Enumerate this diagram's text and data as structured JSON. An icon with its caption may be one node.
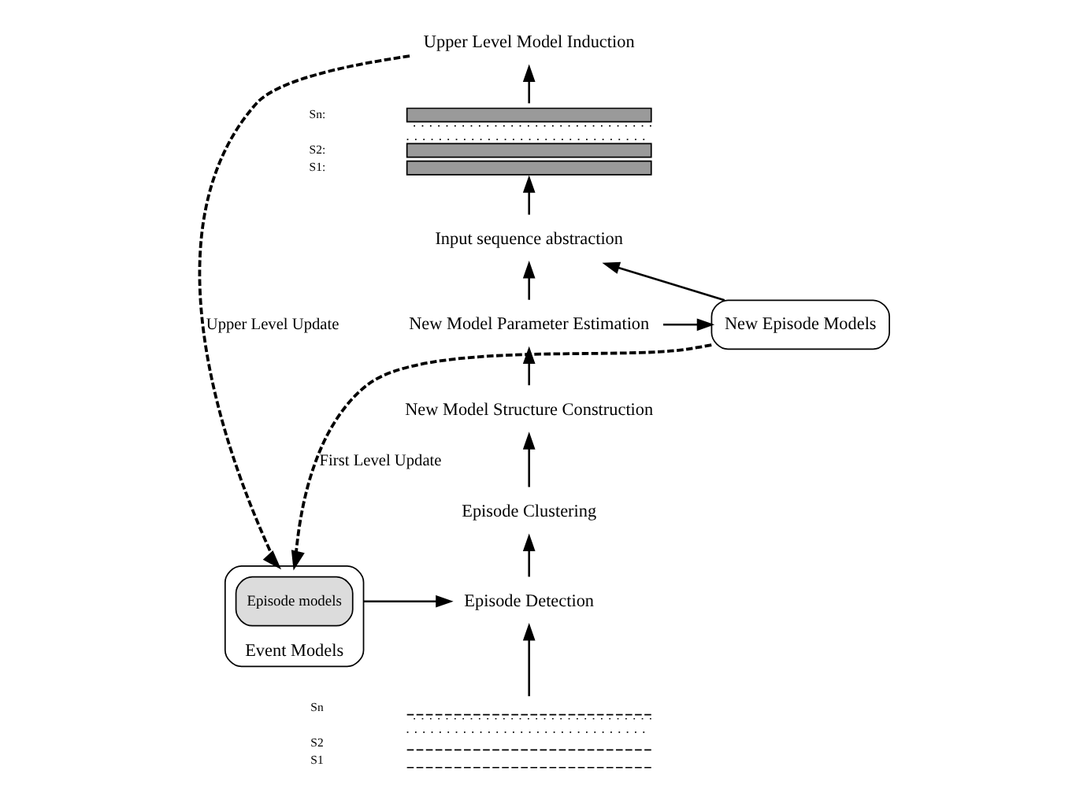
{
  "diagram": {
    "nodes": [
      {
        "text": [
          "Upper Level Model Induction"
        ]
      },
      {
        "text": [],
        "shape": "picture",
        "beside": [
          "Sn:",
          "S2:",
          "S1:"
        ]
      },
      {
        "text": [
          "Input sequence abstraction"
        ]
      },
      {
        "text": [
          "New Model Parameter Estimation"
        ]
      },
      {
        "text": [
          "New Model Structure Construction"
        ]
      },
      {
        "text": [
          "Episode Clustering"
        ]
      },
      {
        "text": [
          "Episode Detection"
        ]
      },
      {
        "text": [],
        "shape": "picture",
        "beside": [
          "Sn",
          "S2",
          "S1"
        ]
      },
      {
        "text": [
          "New Episode Models"
        ]
      },
      {
        "text": [
          "Event Models"
        ]
      },
      {
        "text": [
          "Episode models"
        ],
        "in": 9
      }
    ],
    "edges": [
      {
        "from": 7,
        "to": 6,
        "arrow": "to"
      },
      {
        "from": 6,
        "to": 5,
        "arrow": "to"
      },
      {
        "from": 5,
        "to": 4,
        "arrow": "to"
      },
      {
        "from": 4,
        "to": 3,
        "arrow": "to"
      },
      {
        "from": 3,
        "to": 2,
        "arrow": "to"
      },
      {
        "from": 2,
        "to": 1,
        "arrow": "to"
      },
      {
        "from": 1,
        "to": 0,
        "arrow": "to"
      },
      {
        "from": 3,
        "to": 8,
        "arrow": "to"
      },
      {
        "from": 8,
        "to": 2,
        "arrow": "to"
      },
      {
        "from": 8,
        "to": 9,
        "arrow": "to",
        "style": "dashed",
        "label": "First Level Update"
      },
      {
        "from": 0,
        "to": 9,
        "arrow": "to",
        "style": "dashed",
        "label": "Upper Level Update"
      },
      {
        "from": 9,
        "to": 6,
        "arrow": "to"
      }
    ]
  }
}
